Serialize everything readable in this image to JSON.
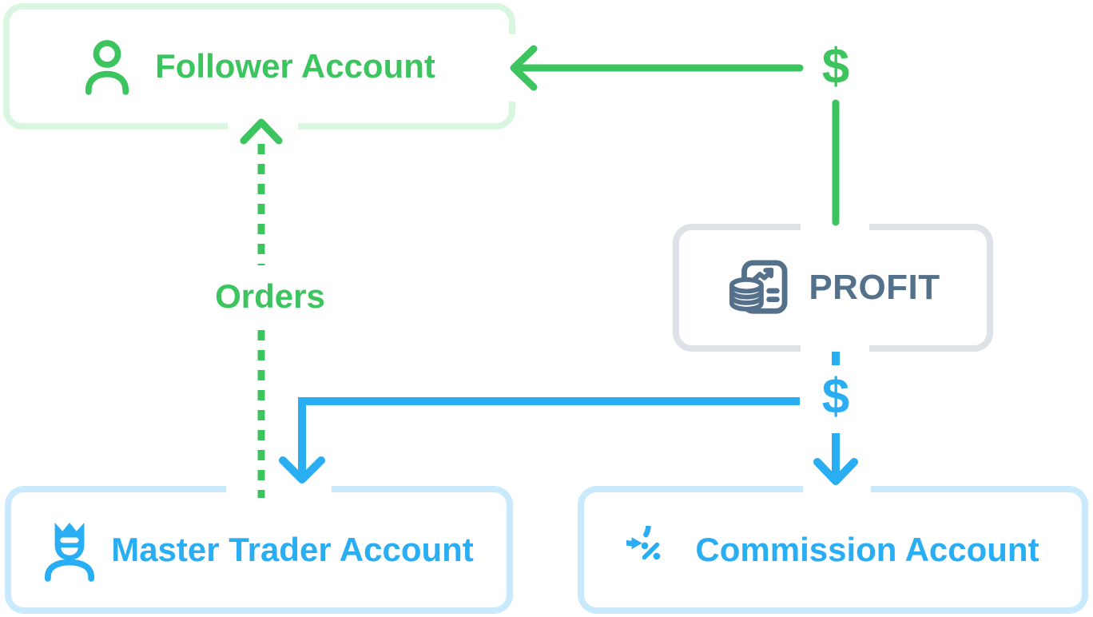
{
  "nodes": {
    "follower": {
      "label": "Follower Account",
      "icon": "user-icon",
      "accent_color": "#3cc45e",
      "border_color": "#d9f6e0"
    },
    "profit": {
      "label": "PROFIT",
      "icon": "report-coins-icon",
      "accent_color": "#54708a",
      "border_color": "#dde2e8"
    },
    "master": {
      "label": "Master Trader Account",
      "icon": "crown-trader-icon",
      "accent_color": "#29adf3",
      "border_color": "#c9e9fd"
    },
    "commission": {
      "label": "Commission Account",
      "icon": "refresh-percent-icon",
      "accent_color": "#29adf3",
      "border_color": "#c9e9fd"
    }
  },
  "edges": {
    "orders": {
      "label": "Orders",
      "from": "master",
      "to": "follower",
      "style": "dashed-arrow",
      "color": "#3cc45e"
    },
    "profit_to_follower": {
      "label": "$",
      "from": "profit",
      "to": "follower",
      "style": "solid-arrow",
      "color": "#3cc45e"
    },
    "profit_to_accounts": {
      "label": "$",
      "from": "profit",
      "to": "master, commission",
      "style": "solid-arrow",
      "color": "#29adf3"
    }
  },
  "canvas": {
    "background_color": "#ffffff"
  }
}
